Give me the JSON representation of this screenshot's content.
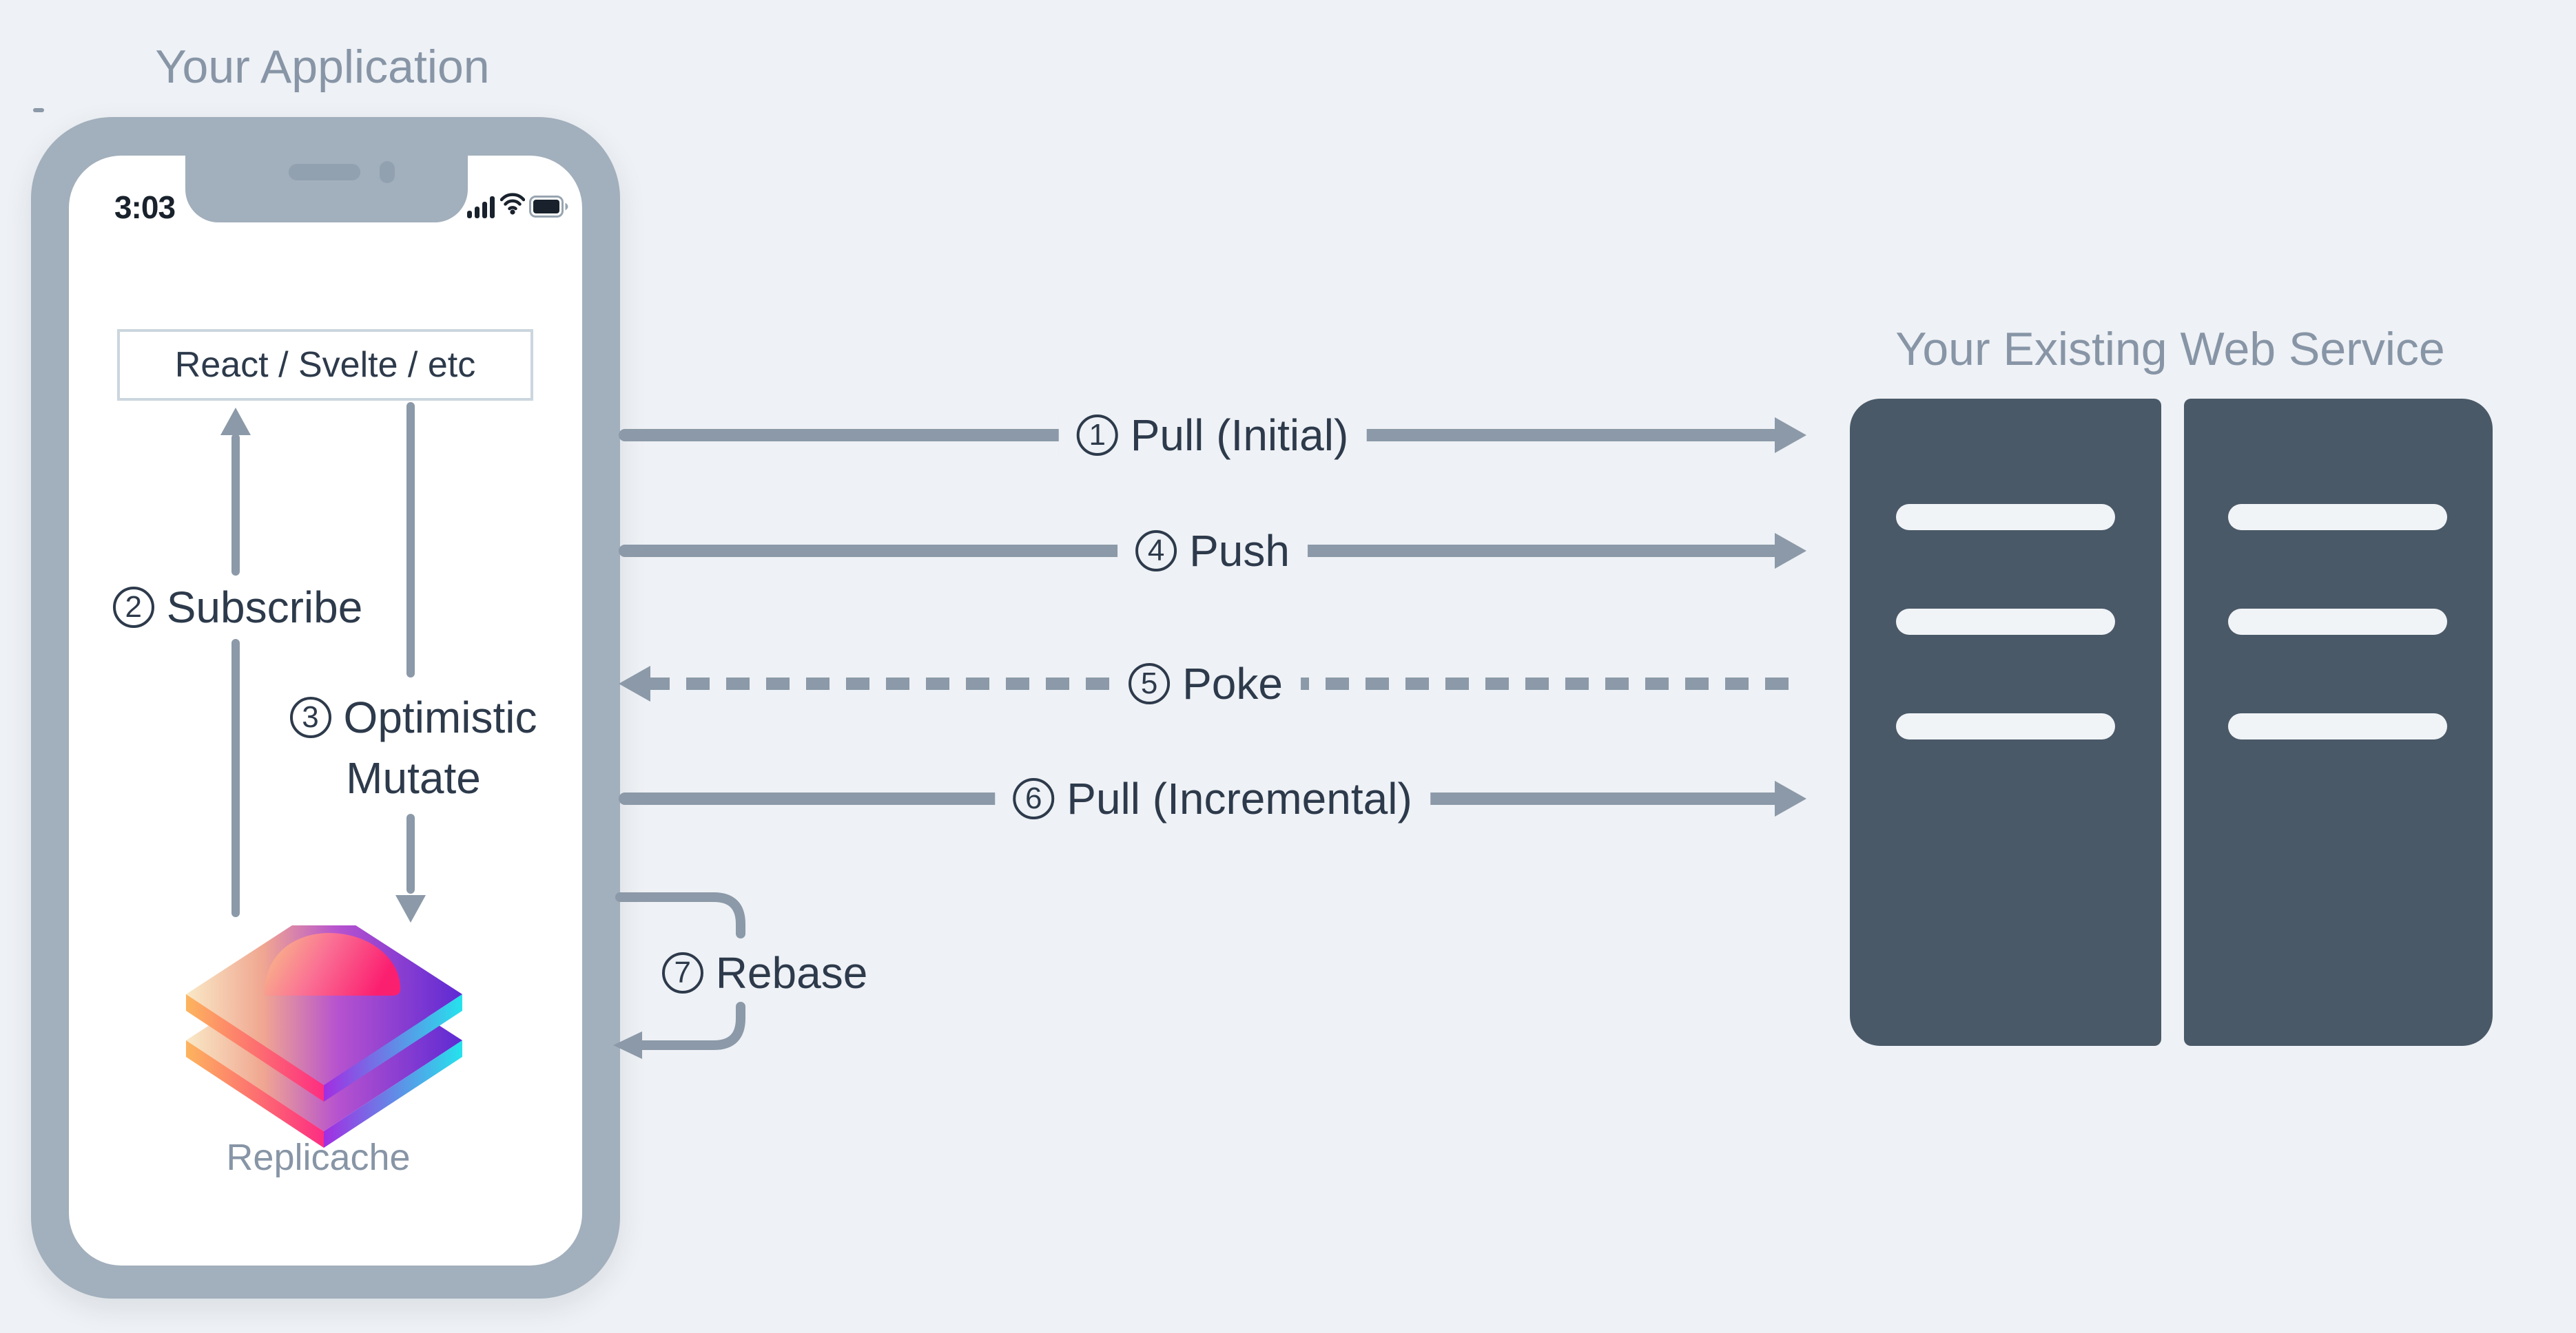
{
  "colors": {
    "background": "#eef1f5",
    "phone_frame": "#a2afbc",
    "muted_text": "#8795a6",
    "arrow": "#8b99a8",
    "dark_text": "#2d3a4b",
    "server": "#4a5968",
    "server_slot": "#f1f4f7"
  },
  "application": {
    "title": "Your Application",
    "phone": {
      "status_time": "3:03"
    },
    "framework_box": {
      "label": "React / Svelte / etc"
    },
    "logo": {
      "caption": "Replicache"
    },
    "flows": {
      "subscribe": {
        "number": "2",
        "label": "Subscribe"
      },
      "optimistic_mutate": {
        "number": "3",
        "label": "Optimistic Mutate"
      }
    }
  },
  "network_flows": {
    "pull_initial": {
      "number": "1",
      "label": "Pull (Initial)",
      "style": "solid",
      "direction": "to-service"
    },
    "push": {
      "number": "4",
      "label": "Push",
      "style": "solid",
      "direction": "to-service"
    },
    "poke": {
      "number": "5",
      "label": "Poke",
      "style": "dashed",
      "direction": "to-application"
    },
    "pull_incremental": {
      "number": "6",
      "label": "Pull (Incremental)",
      "style": "solid",
      "direction": "to-service"
    },
    "rebase": {
      "number": "7",
      "label": "Rebase",
      "style": "loop",
      "direction": "loop-back"
    }
  },
  "service": {
    "title": "Your Existing Web Service",
    "server_count": 2,
    "slots_per_server": 3
  }
}
